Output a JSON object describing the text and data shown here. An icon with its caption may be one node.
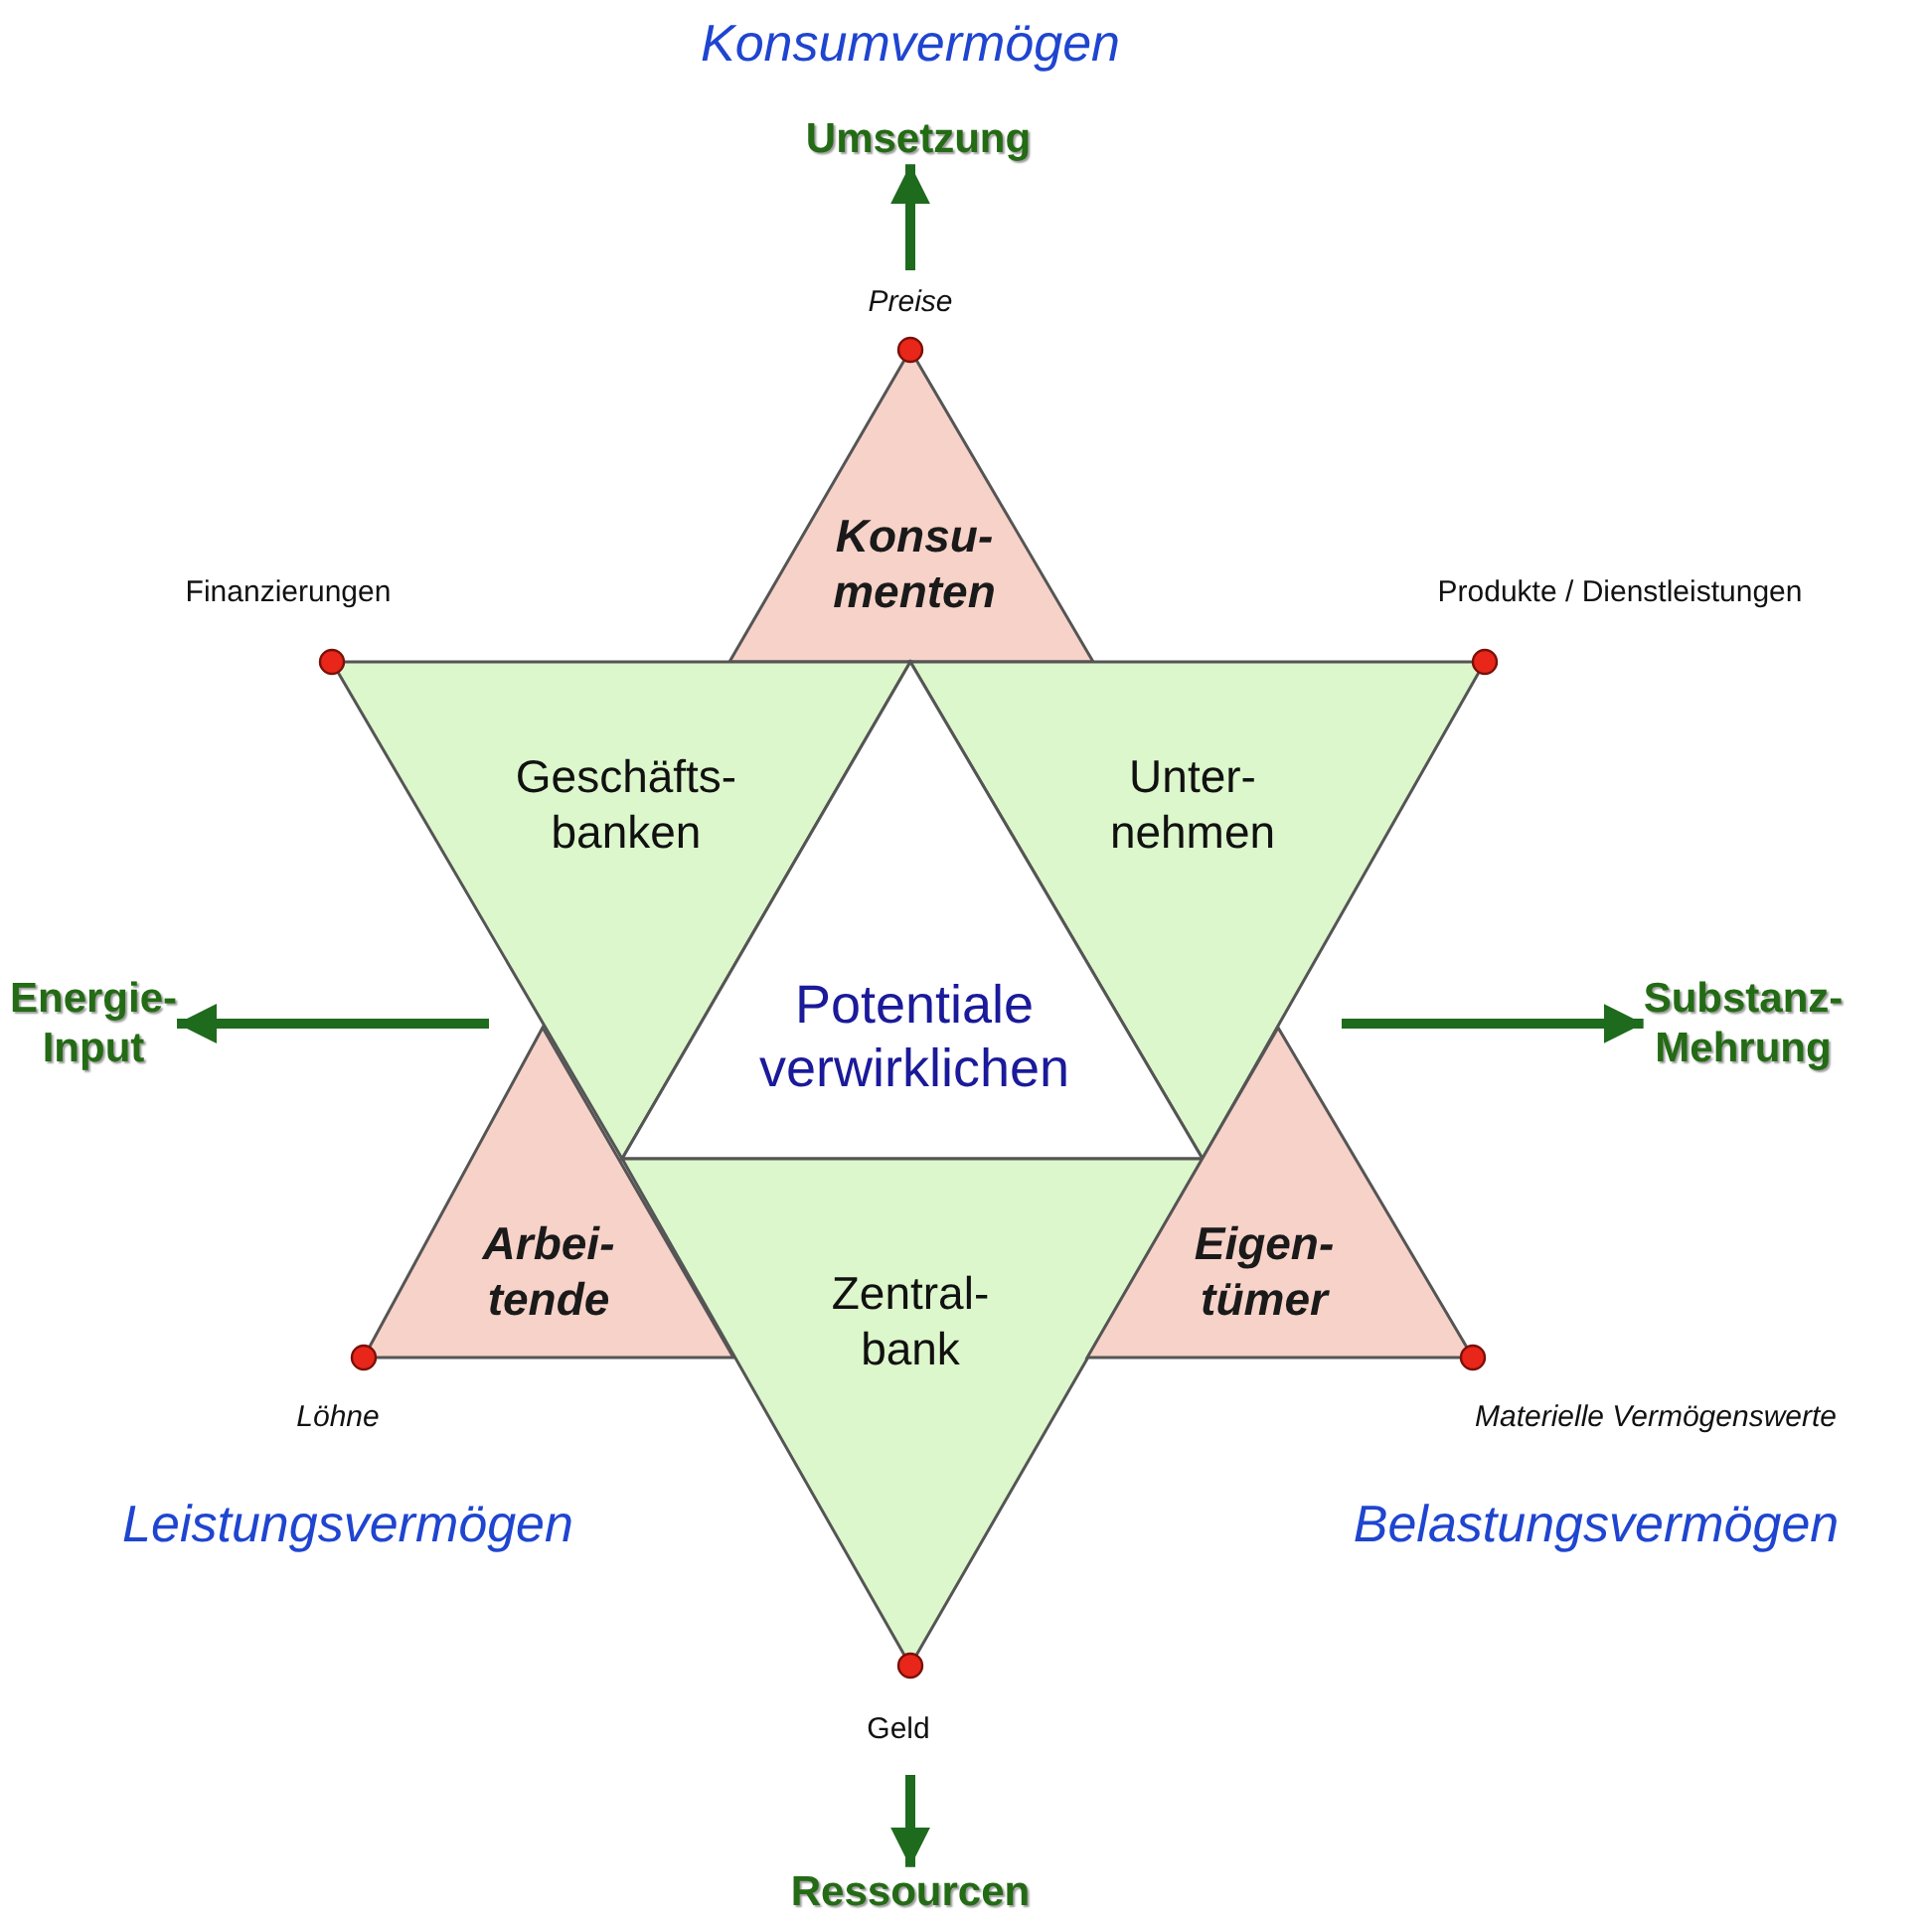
{
  "diagram": {
    "nodes": [
      {
        "text": [
          "Umsetzung"
        ]
      },
      {
        "text": [
          "Konsu- menten"
        ]
      },
      {
        "text": [
          "Geschäfts- banken"
        ]
      },
      {
        "text": [
          "Unter- nehmen"
        ]
      },
      {
        "text": [
          "Energie- Input"
        ]
      },
      {
        "text": [
          "Potentiale verwirklichen"
        ]
      },
      {
        "text": [
          "Substanz- Mehrung"
        ]
      },
      {
        "text": [
          "Arbei- tende"
        ]
      },
      {
        "text": [
          "Zentral- bank"
        ]
      },
      {
        "text": [
          "Eigen- tümer"
        ]
      },
      {
        "text": [
          "Ressourcen"
        ]
      }
    ],
    "edges": [
      {
        "from": null,
        "to": 0,
        "arrow": "to"
      },
      {
        "from": null,
        "to": 4,
        "arrow": "to"
      },
      {
        "from": null,
        "to": 6,
        "arrow": "to"
      },
      {
        "from": null,
        "to": 10,
        "arrow": "to"
      }
    ],
    "labels": [
      "Konsumvermögen",
      "Preise",
      "Finanzierungen",
      "Produkte / Dienstleistungen",
      "Löhne",
      "Materielle Vermögenswerte",
      "Leistungsvermögen",
      "Belastungsvermögen",
      "Geld"
    ]
  }
}
